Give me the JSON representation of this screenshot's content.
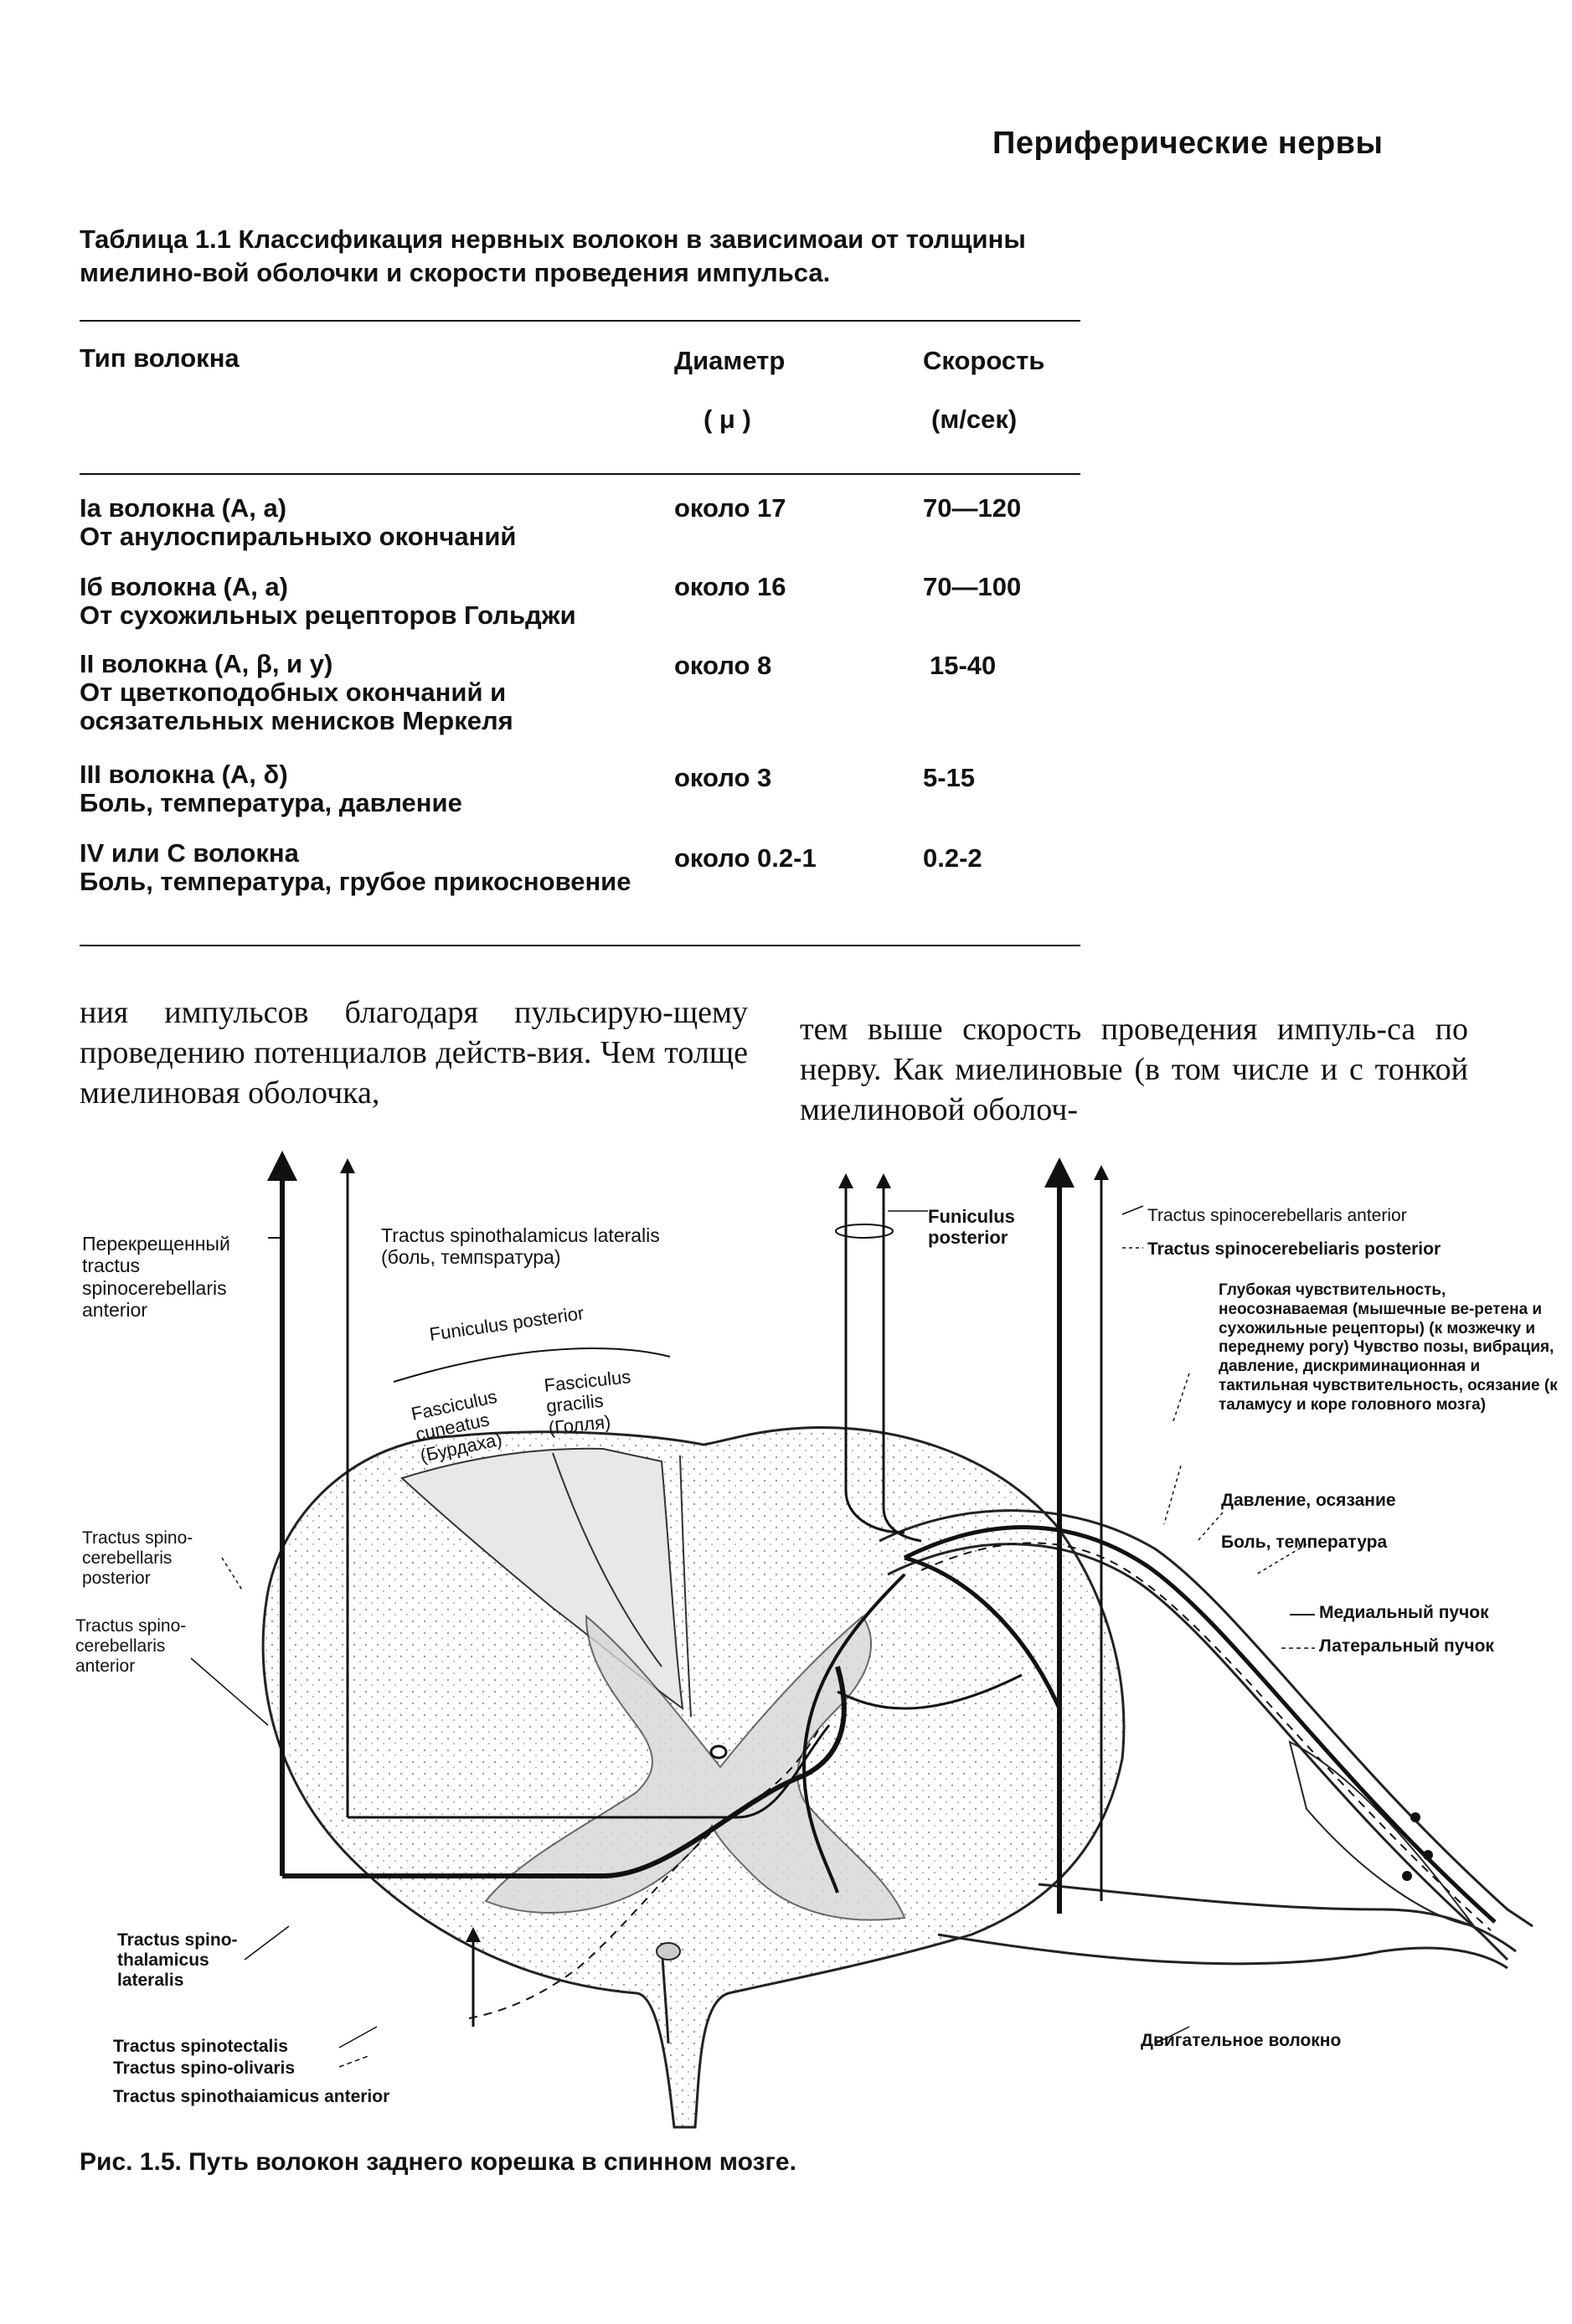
{
  "page": {
    "header": "Периферические нервы"
  },
  "table": {
    "caption": "Таблица 1.1 Классификация нервных волокон в зависимоаи от толщины миелино-вой оболочки и скорости проведения импульса.",
    "headers": {
      "type": "Тип волокна",
      "diameter": "Диаметр",
      "diameter_unit": "( μ )",
      "speed": "Скорость",
      "speed_unit": "(м/сек)"
    },
    "rows": [
      {
        "lines": [
          "Ia волокна (А, а)",
          "От анулоспиральныхо окончаний"
        ],
        "diameter": "около 17",
        "speed": "70—120"
      },
      {
        "lines": [
          "Iб волокна (А, а)",
          "От сухожильных рецепторов Гольджи"
        ],
        "diameter": "около 16",
        "speed": "70—100"
      },
      {
        "lines": [
          "II волокна (А, β, и y)",
          "От цветкоподобных окончаний и",
          "осязательных менисков Меркеля"
        ],
        "diameter": "около 8",
        "speed": "15-40"
      },
      {
        "lines": [
          "III волокна (А, δ)",
          "Боль, температура, давление"
        ],
        "diameter": "около 3",
        "speed": "5-15"
      },
      {
        "lines": [
          "IV или С волокна",
          "Боль, температура, грубое прикосновение"
        ],
        "diameter": "около 0.2-1",
        "speed": "0.2-2"
      }
    ]
  },
  "body_text": {
    "left_column": "ния импульсов благодаря пульсирую-щему проведению потенциалов действ-вия. Чем толще миелиновая оболочка,",
    "right_column": "тем выше скорость проведения импуль-са по нерву. Как миелиновые (в том числе и с тонкой миелиновой оболоч-"
  },
  "figure": {
    "caption": "Рис. 1.5. Путь волокон заднего корешка в спинном мозге.",
    "labels": {
      "crossed_tract": "Перекрещенный tractus spinocerebellaris anterior",
      "spinothalamic_lateralis_top": "Tractus spinothalamicus lateralis (боль, темпsратура)",
      "funiculus_posterior_arc": "Funiculus posterior",
      "fasciculus_cuneatus": "Fasciculus cuneatus (Бурдаха)",
      "fasciculus_gracilis": "Fasciculus gracilis (Голля)",
      "funiculus_posterior_right": "Funiculus posterior",
      "spinocerebellaris_anterior_right": "Tractus spinocerebellaris anterior",
      "spinocerebellaris_posterior_right": "Tractus spinocerebeliaris posterior",
      "deep_sensitivity": "Глубокая чувствительность, неосознаваемая (мышечные ве-ретена и сухожильные рецепторы) (к мозжечку и переднему рогу) Чувство позы, вибрация, давление, дискриминационная и тактильная чувствительность, осязание (к таламусу и коре головного мозга)",
      "pressure_touch": "Давление, осязание",
      "pain_temperature": "Боль, температура",
      "medial_bundle": "Медиальный пучок",
      "lateral_bundle": "Латеральный пучок",
      "spinocerebellaris_posterior_left": "Tractus spino-cerebellaris posterior",
      "spinocerebellaris_anterior_left": "Tractus spino-cerebellaris anterior",
      "spinothalamicus_lateralis_bottom": "Tractus spino-thalamicus lateralis",
      "spinotectalis": "Tractus spinotectalis",
      "spinoolivaris": "Tractus spino-olivaris",
      "spinothalamicus_anterior": "Tractus spinothaiamicus anterior",
      "motor_fiber": "Двигательное волокно"
    }
  }
}
